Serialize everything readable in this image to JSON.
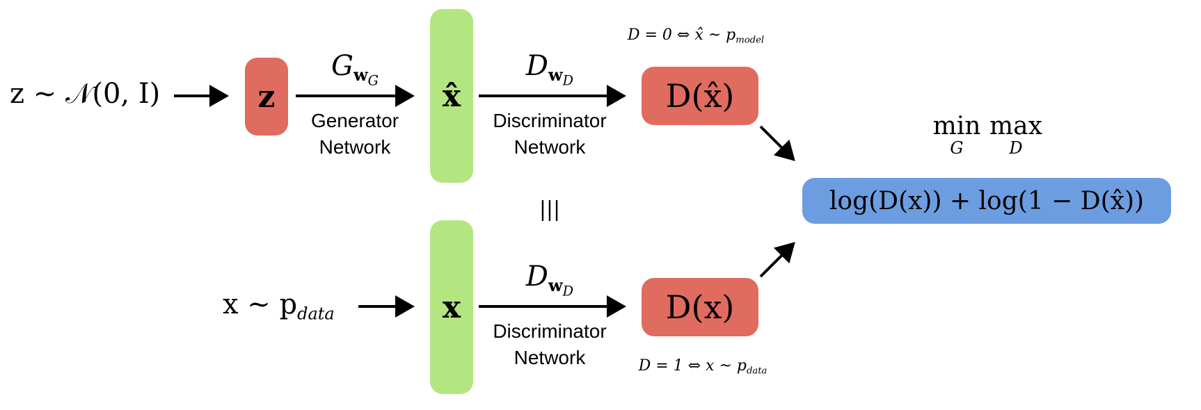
{
  "top_row": {
    "input_dist": "z ~ 𝒩(0, I)",
    "z_box": "z",
    "generator": {
      "symbol": "G",
      "sub": "w",
      "subsub": "G",
      "label_line1": "Generator",
      "label_line2": "Network"
    },
    "xhat_box": "x̂",
    "discriminator": {
      "symbol": "D",
      "sub": "w",
      "subsub": "D",
      "label_line1": "Discriminator",
      "label_line2": "Network"
    },
    "output_box": "D(x̂)",
    "annotation": "D = 0 ⇔ x̂ ~ p",
    "annotation_sub": "model"
  },
  "equiv_symbol": "|||",
  "bottom_row": {
    "input_dist": "x ~ p",
    "input_sub": "data",
    "x_box": "x",
    "discriminator": {
      "symbol": "D",
      "sub": "w",
      "subsub": "D",
      "label_line1": "Discriminator",
      "label_line2": "Network"
    },
    "output_box": "D(x)",
    "annotation": "D = 1 ⇔ x ~ p",
    "annotation_sub": "data"
  },
  "objective": {
    "min": "min",
    "min_sub": "G",
    "max": "max",
    "max_sub": "D",
    "expression": "log(D(x)) + log(1 − D(x̂))"
  },
  "colors": {
    "green": "#b3e680",
    "red": "#e06b5f",
    "blue": "#6c9de0",
    "arrow": "#000000"
  }
}
